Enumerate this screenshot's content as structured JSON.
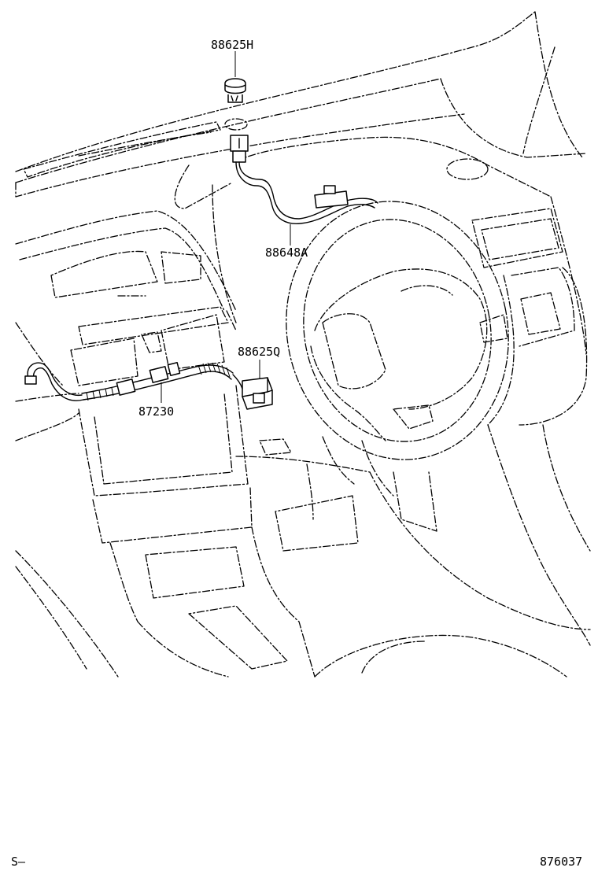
{
  "diagram": {
    "part_labels": {
      "p88625H": "88625H",
      "p88648A": "88648A",
      "p88625Q": "88625Q",
      "p87230": "87230"
    },
    "footer": {
      "left_code": "S–",
      "figure_number": "876037"
    }
  }
}
